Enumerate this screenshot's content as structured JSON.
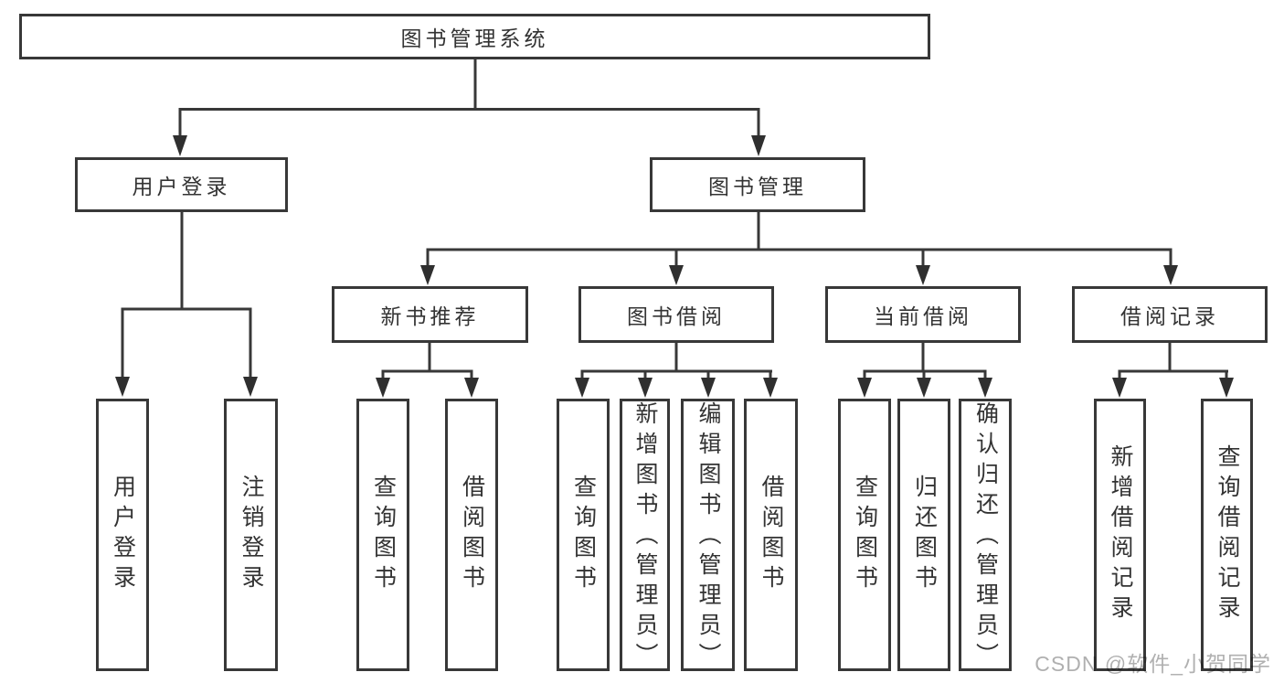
{
  "diagram_type": "hierarchy-tree",
  "tree": {
    "label": "图书管理系统",
    "children": [
      {
        "label": "用户登录",
        "children": [
          {
            "label": "用户登录"
          },
          {
            "label": "注销登录"
          }
        ]
      },
      {
        "label": "图书管理",
        "children": [
          {
            "label": "新书推荐",
            "children": [
              {
                "label": "查询图书"
              },
              {
                "label": "借阅图书"
              }
            ]
          },
          {
            "label": "图书借阅",
            "children": [
              {
                "label": "查询图书"
              },
              {
                "label": "新增图书（管理员）"
              },
              {
                "label": "编辑图书（管理员）"
              },
              {
                "label": "借阅图书"
              }
            ]
          },
          {
            "label": "当前借阅",
            "children": [
              {
                "label": "查询图书"
              },
              {
                "label": "归还图书"
              },
              {
                "label": "确认归还（管理员）"
              }
            ]
          },
          {
            "label": "借阅记录",
            "children": [
              {
                "label": "新增借阅记录"
              },
              {
                "label": "查询借阅记录"
              }
            ]
          }
        ]
      }
    ]
  },
  "watermark": {
    "text": "CSDN @软件_小贺同学"
  },
  "colors": {
    "line": "#383838",
    "box_border": "#383838",
    "text": "#333333",
    "background": "#ffffff",
    "watermark": "#b0b0b0"
  }
}
